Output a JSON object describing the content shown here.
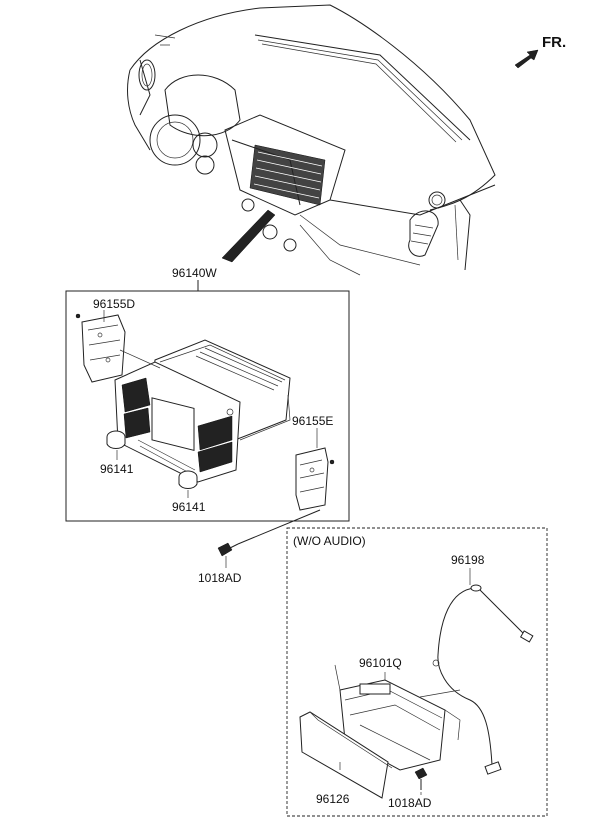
{
  "direction_label": "FR.",
  "parts": {
    "head_unit": "96140W",
    "bracket_left": "96155D",
    "bracket_right": "96155E",
    "knob_upper": "96141",
    "knob_lower": "96141",
    "screw_main": "1018AD",
    "wo_audio_header": "(W/O AUDIO)",
    "cable": "96198",
    "bracket_wo": "96101Q",
    "cover_panel": "96126",
    "screw_wo": "1018AD"
  },
  "colors": {
    "line": "#222222",
    "background": "#ffffff"
  }
}
